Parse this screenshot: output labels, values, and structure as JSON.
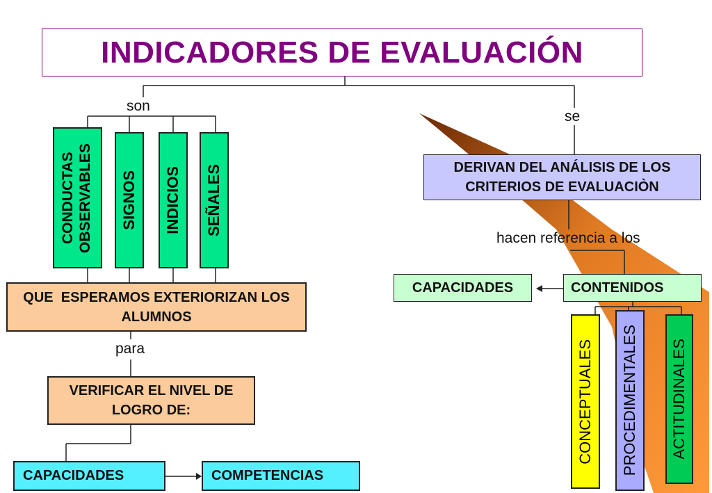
{
  "title": "INDICADORES DE EVALUACIÓN",
  "labels": {
    "son": "son",
    "se": "se",
    "hacen": "hacen referencia a los",
    "para": "para"
  },
  "left": {
    "indicators": [
      "CONDUCTAS OBSERVABLES",
      "SIGNOS",
      "INDICIOS",
      "SEÑALES"
    ],
    "exteriorizan": "QUE  ESPERAMOS EXTERIORIZAN LOS ALUMNOS",
    "verificar": "VERIFICAR EL NIVEL DE LOGRO DE:",
    "capacidades": "CAPACIDADES",
    "competencias": "COMPETENCIAS"
  },
  "right": {
    "derivan": "DERIVAN DEL ANÁLISIS DE LOS CRITERIOS DE EVALUACIÒN",
    "capacidades": "CAPACIDADES",
    "contenidos": "CONTENIDOS",
    "types": [
      "CONCEPTUALES",
      "PROCEDIMENTALES",
      "ACTITUDINALES"
    ]
  },
  "colors": {
    "title": "#800080",
    "green_box": "#00e68a",
    "peach_box": "#fbcb9b",
    "cyan_box": "#55f0ff",
    "lavender_box": "#c8c8ff",
    "mint_box": "#c8ffd0",
    "yellow_box": "#ffff00",
    "purple_box": "#aaaaff",
    "green_dark_box": "#00cc55",
    "orange_arrow": "#f08a2a"
  }
}
